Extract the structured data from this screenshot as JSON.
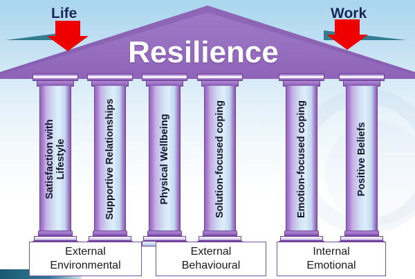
{
  "figure": {
    "title": "Resilience",
    "type": "pillars-diagram"
  },
  "flows": {
    "left": {
      "label": "Life",
      "arrow_icon": "down-arrow-icon",
      "arrow_color": "#ee0000"
    },
    "right": {
      "label": "Work",
      "arrow_icon": "down-arrow-icon",
      "arrow_color": "#ee0000"
    }
  },
  "roof": {
    "label": "Resilience",
    "fill_color": "#9b72c2",
    "text_color": "#ffffff"
  },
  "pillars": [
    {
      "label_line1": "Satisfaction with",
      "label_line2": "Lifestyle",
      "label": "Satisfaction with Lifestyle",
      "two_line": true
    },
    {
      "label_line1": "Supportive Relationships",
      "label_line2": "",
      "label": "Supportive Relationships",
      "two_line": false
    },
    {
      "label_line1": "Physical Wellbeing",
      "label_line2": "",
      "label": "Physical Wellbeing",
      "two_line": false
    },
    {
      "label_line1": "Solution-focused coping",
      "label_line2": "",
      "label": "Solution-focused coping",
      "two_line": false
    },
    {
      "label_line1": "Emotion-focused coping",
      "label_line2": "",
      "label": "Emotion-focused coping",
      "two_line": false
    },
    {
      "label_line1": "Positive Beliefs",
      "label_line2": "",
      "label": "Positive Beliefs",
      "two_line": false
    }
  ],
  "foundations": [
    {
      "line1": "External",
      "line2": "Environmental"
    },
    {
      "line1": "External",
      "line2": "Behavioural"
    },
    {
      "line1": "Internal",
      "line2": "Emotional"
    }
  ],
  "colors": {
    "purple": "#9b72c2",
    "purple_dark": "#6d3f96",
    "red": "#ee0000",
    "navy": "#16255c",
    "background_top": "#a9d5ee",
    "background_bottom": "#ffffff",
    "teal_shadow": "#1c6b80"
  }
}
